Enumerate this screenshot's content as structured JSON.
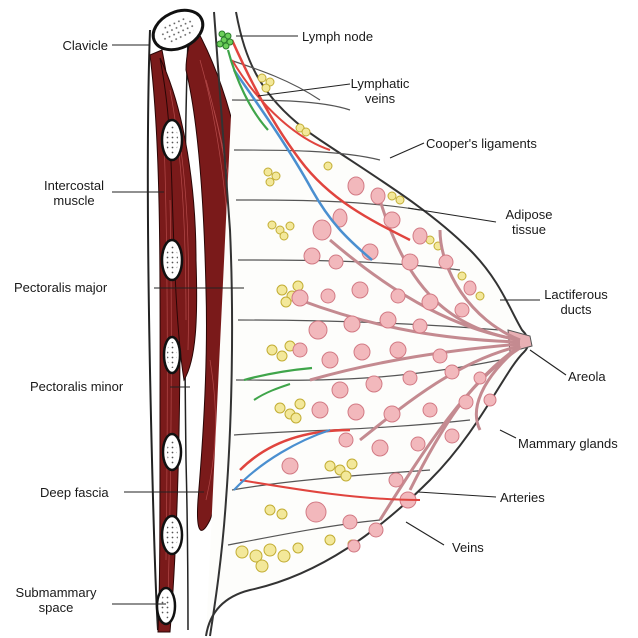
{
  "diagram": {
    "labels": {
      "clavicle": "Clavicle",
      "intercostal_muscle": [
        "Intercostal",
        "muscle"
      ],
      "pectoralis_major": "Pectoralis major",
      "pectoralis_minor": "Pectoralis minor",
      "deep_fascia": "Deep fascia",
      "submammary_space": [
        "Submammary",
        "space"
      ],
      "lymph_node": "Lymph node",
      "lymphatic_veins": [
        "Lymphatic",
        "veins"
      ],
      "coopers_ligaments": "Cooper's ligaments",
      "adipose_tissue": [
        "Adipose",
        "tissue"
      ],
      "lactiferous_ducts": [
        "Lactiferous",
        "ducts"
      ],
      "areola": "Areola",
      "mammary_glands": "Mammary glands",
      "arteries": "Arteries",
      "veins": "Veins"
    },
    "colors": {
      "muscle": "#7a1a1a",
      "muscle_fiber": "#c25555",
      "bone": "#ffffff",
      "gland": "#f2b8bc",
      "gland_outline": "#d27a84",
      "fat": "#f3e89a",
      "fat_outline": "#c2ad34",
      "artery": "#e0443e",
      "vein": "#4a8fd0",
      "lymph": "#3fa54a"
    }
  }
}
